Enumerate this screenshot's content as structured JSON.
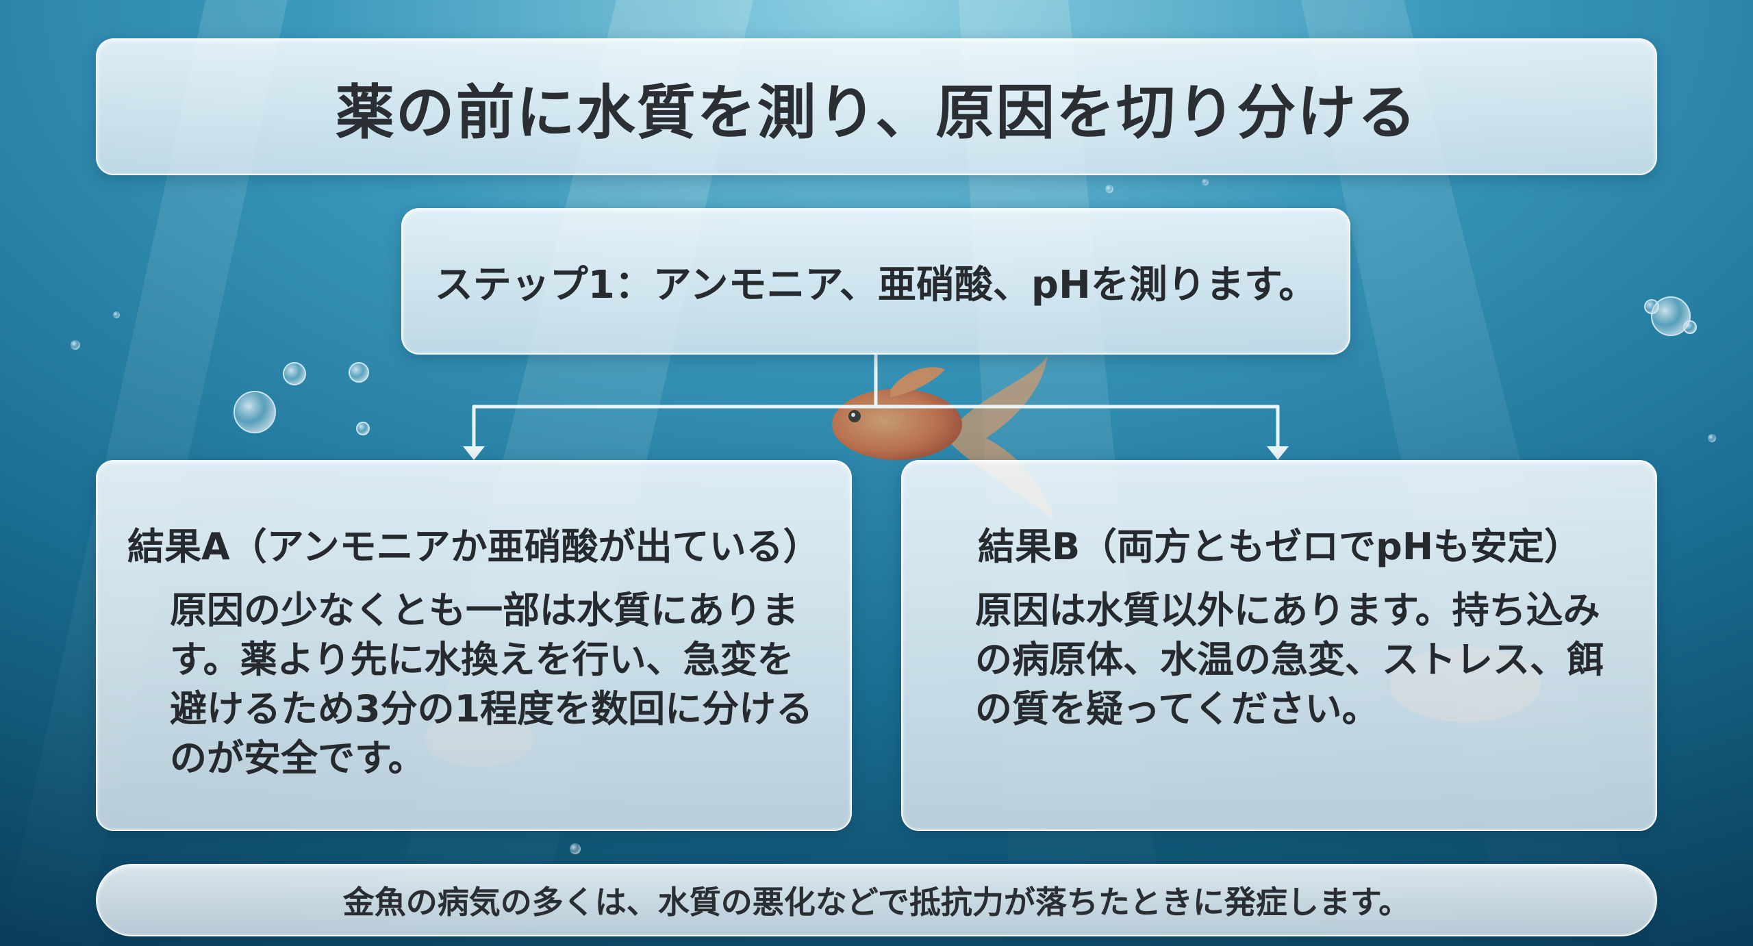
{
  "title": "薬の前に水質を測り、原因を切り分ける",
  "step": {
    "text": "ステップ1：アンモニア、亜硝酸、pHを測ります。"
  },
  "result_a": {
    "heading": "結果A（アンモニアか亜硝酸が出ている）",
    "body_lines": [
      "原因の少なくとも一部は水質にありま",
      "す。薬より先に水換えを行い、急変を",
      "避けるため3分の1程度を数回に分ける",
      "のが安全です。"
    ]
  },
  "result_b": {
    "heading": "結果B（両方ともゼロでpHも安定）",
    "body_lines": [
      "原因は水質以外にあります。持ち込み",
      "の病原体、水温の急変、ストレス、餌",
      "の質を疑ってください。"
    ]
  },
  "footer": {
    "text": "金魚の病気の多くは、水質の悪化などで抵抗力が落ちたときに発症します。"
  },
  "colors": {
    "water_deep": "#0c4f6e",
    "water_mid": "#1f7fa3",
    "water_light": "#7fc6dc",
    "panel_text": "#2a2e33",
    "connector": "#e8f4f8",
    "goldfish": "#e8743a"
  },
  "icons": {
    "fish": "goldfish-illustration",
    "bubbles": "bubble-decoration"
  }
}
